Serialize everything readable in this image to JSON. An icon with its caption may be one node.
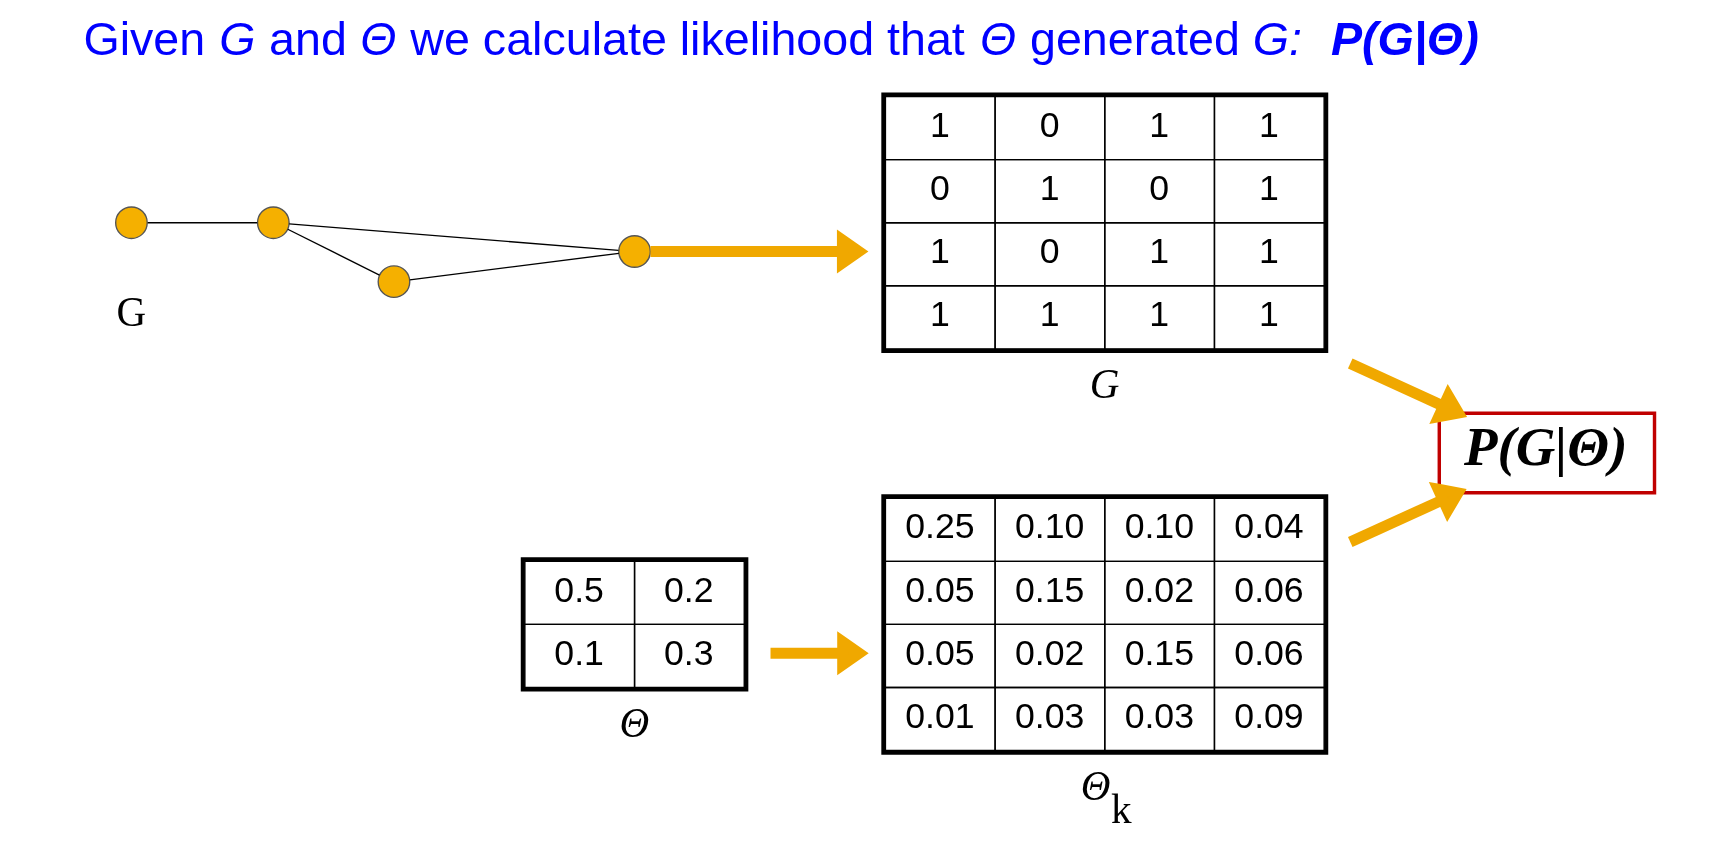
{
  "diagram": {
    "title": "Given *G* and *Θ* we calculate likelihood that *Θ* generated *G:*  **P(G|Θ)**",
    "nodes": [
      {
        "text": [],
        "shape": "circle"
      },
      {
        "text": [],
        "shape": "circle"
      },
      {
        "text": [],
        "shape": "circle"
      },
      {
        "text": [],
        "shape": "circle"
      },
      {
        "text": [
          "0.5",
          "0.2",
          "0.1",
          "0.3"
        ],
        "beside": [
          "*Θ*"
        ]
      },
      {
        "text": [
          "0.25",
          "0.10",
          "0.10",
          "0.04",
          "0.05",
          "0.15",
          "0.02",
          "0.06",
          "0.05",
          "0.02",
          "0.15",
          "0.06",
          "0.01",
          "0.03",
          "0.03",
          "0.09"
        ],
        "beside": [
          "*Θ*$_{k}$"
        ]
      },
      {
        "text": [
          "1",
          "0",
          "1",
          "1",
          "0",
          "1",
          "0",
          "1",
          "1",
          "0",
          "1",
          "1",
          "1",
          "1",
          "1",
          "1"
        ],
        "beside": [
          "*G*"
        ]
      },
      {
        "text": [
          "*P(G|Θ)*"
        ]
      }
    ],
    "edges": [
      {
        "from": 0,
        "to": 1,
        "arrow": "none"
      },
      {
        "from": 1,
        "to": 2,
        "arrow": "none"
      },
      {
        "from": 2,
        "to": 3,
        "arrow": "none"
      },
      {
        "from": 1,
        "to": 3,
        "arrow": "none"
      },
      {
        "from": 3,
        "to": 6,
        "arrow": "to",
        "style": "thick",
        "color": "#f0a800"
      },
      {
        "from": 4,
        "to": 5,
        "arrow": "to",
        "style": "thick",
        "color": "#f0a800"
      },
      {
        "from": 5,
        "to": 7,
        "arrow": "to",
        "style": "thick",
        "color": "#f0a800"
      },
      {
        "from": 6,
        "to": 7,
        "arrow": "to",
        "style": "thick",
        "color": "#f0a800"
      }
    ],
    "labels": [
      "G"
    ]
  }
}
